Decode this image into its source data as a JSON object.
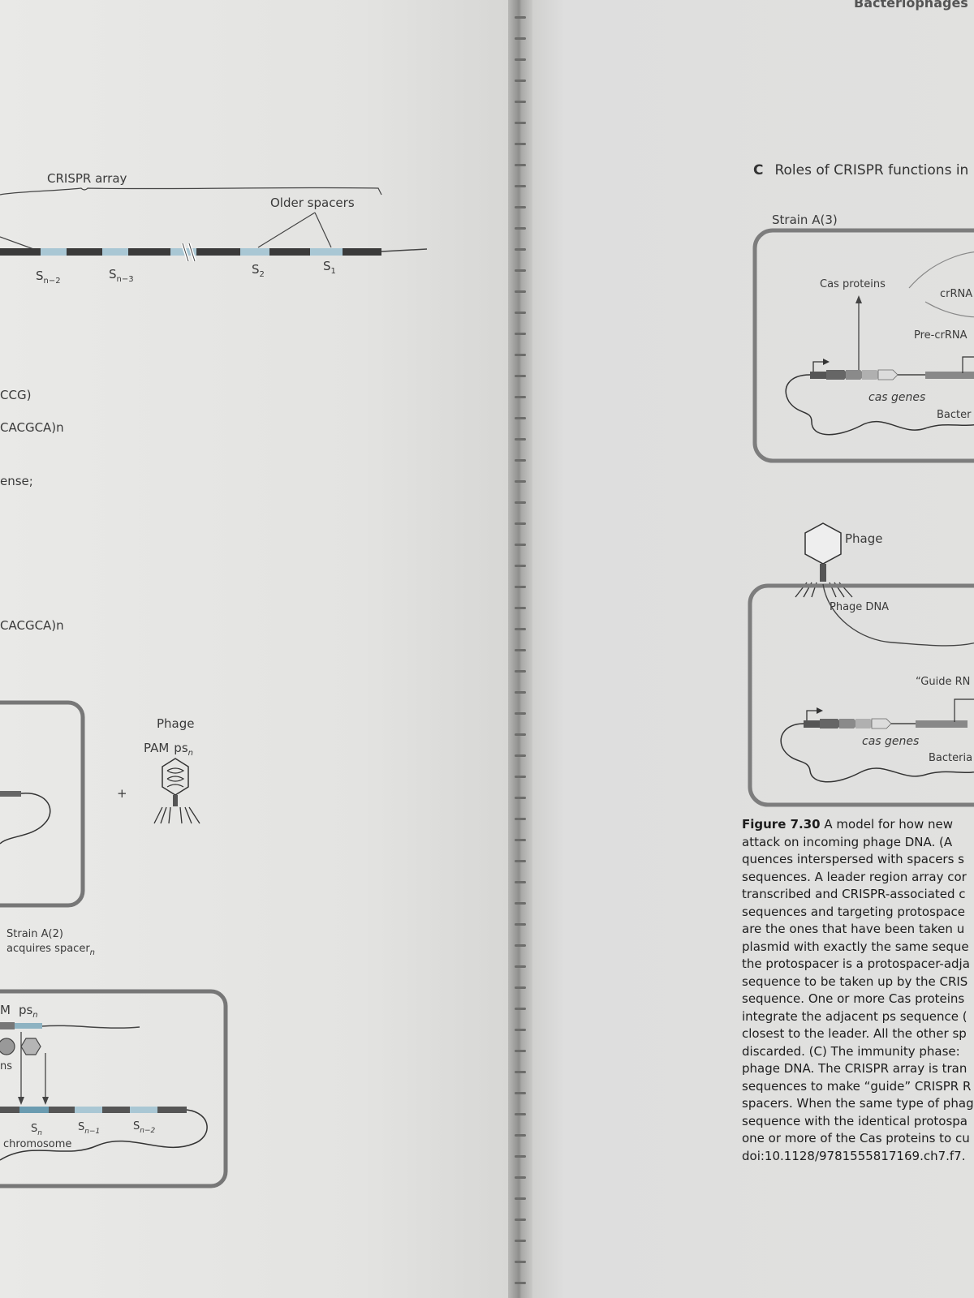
{
  "running_header": "Bacteriophages",
  "left_page": {
    "crispr_array_label": "CRISPR array",
    "older_spacers_label": "Older spacers",
    "spacers": [
      "S",
      "S",
      "S",
      "S"
    ],
    "spacer_subs": [
      "n−2",
      "n−3",
      "2",
      "1"
    ],
    "seq_lines": [
      "CCG)",
      "CACGCA)n",
      "ense;",
      "CACGCA)n"
    ],
    "phage_label": "Phage",
    "pam_label": "PAM",
    "psn_label": "ps",
    "psn_sub": "n",
    "plus": "+",
    "strain_a2_line1": "Strain A(2)",
    "strain_a2_line2": "acquires spacer",
    "strain_a2_sub": "n",
    "lower_pam": "M",
    "lower_psn": "ps",
    "lower_psn_sub": "n",
    "ns_label": "ns",
    "lower_spacers": [
      "S",
      "S",
      "S"
    ],
    "lower_spacer_subs": [
      "n",
      "n−1",
      "n−2"
    ],
    "chromosome_label": "chromosome"
  },
  "right_page": {
    "panel_letter": "C",
    "panel_title": "Roles of CRISPR functions in",
    "strain_a3": "Strain A(3)",
    "cas_proteins": "Cas proteins",
    "crrna": "crRNA",
    "pre_crrna": "Pre-crRNA",
    "cas_genes_top": "cas genes",
    "bacteria_top": "Bacter",
    "phage": "Phage",
    "phage_dna": "Phage DNA",
    "guide_rna": "“Guide RN",
    "cas_genes_bottom": "cas genes",
    "bacteria_bottom": "Bacteria"
  },
  "caption": {
    "figure_number": "Figure 7.30",
    "first_line_rest": " A model for how new",
    "lines": [
      "attack on incoming phage DNA. (A",
      "quences interspersed with spacers s",
      "sequences. A leader region array cor",
      "transcribed and CRISPR-associated c",
      "sequences and targeting protospace",
      "are the ones that have been taken u",
      "plasmid with exactly the same seque",
      "the protospacer is a protospacer-adja",
      "sequence to be taken up by the CRIS",
      "sequence. One or more Cas proteins",
      "integrate the adjacent ps sequence (",
      "closest to the leader. All the other sp",
      "discarded. (C) The immunity phase:",
      "phage DNA. The CRISPR array is tran",
      "sequences to make “guide” CRISPR R",
      "spacers. When the same type of phag",
      "sequence with the identical protospa",
      "one or more of the Cas proteins to cu",
      "doi:10.1128/9781555817169.ch7.f7."
    ]
  }
}
